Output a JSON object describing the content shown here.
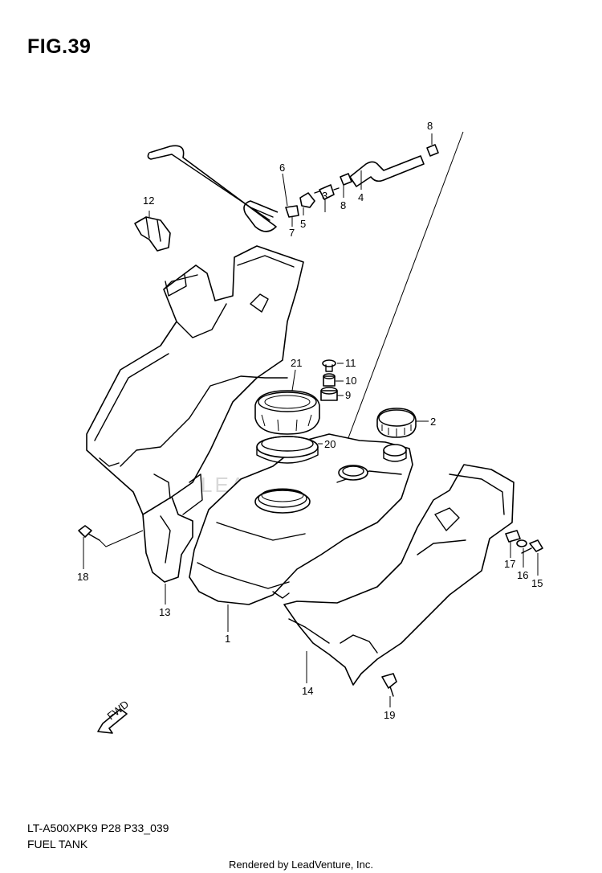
{
  "figure": {
    "title": "FIG.39",
    "model_code": "LT-A500XPK9 P28 P33_039",
    "name": "FUEL TANK",
    "rendered_by": "Rendered by LeadVenture, Inc.",
    "watermark": "LEADVENTURE",
    "fwd_label": "FWD"
  },
  "callouts": [
    {
      "id": "1",
      "label": "1"
    },
    {
      "id": "2",
      "label": "2"
    },
    {
      "id": "3",
      "label": "3"
    },
    {
      "id": "4",
      "label": "4"
    },
    {
      "id": "5",
      "label": "5"
    },
    {
      "id": "6",
      "label": "6"
    },
    {
      "id": "7",
      "label": "7"
    },
    {
      "id": "8a",
      "label": "8"
    },
    {
      "id": "8b",
      "label": "8"
    },
    {
      "id": "9",
      "label": "9"
    },
    {
      "id": "10",
      "label": "10"
    },
    {
      "id": "11",
      "label": "11"
    },
    {
      "id": "12",
      "label": "12"
    },
    {
      "id": "13",
      "label": "13"
    },
    {
      "id": "14",
      "label": "14"
    },
    {
      "id": "15",
      "label": "15"
    },
    {
      "id": "16",
      "label": "16"
    },
    {
      "id": "17",
      "label": "17"
    },
    {
      "id": "18",
      "label": "18"
    },
    {
      "id": "19",
      "label": "19"
    },
    {
      "id": "20",
      "label": "20"
    },
    {
      "id": "21",
      "label": "21"
    }
  ]
}
